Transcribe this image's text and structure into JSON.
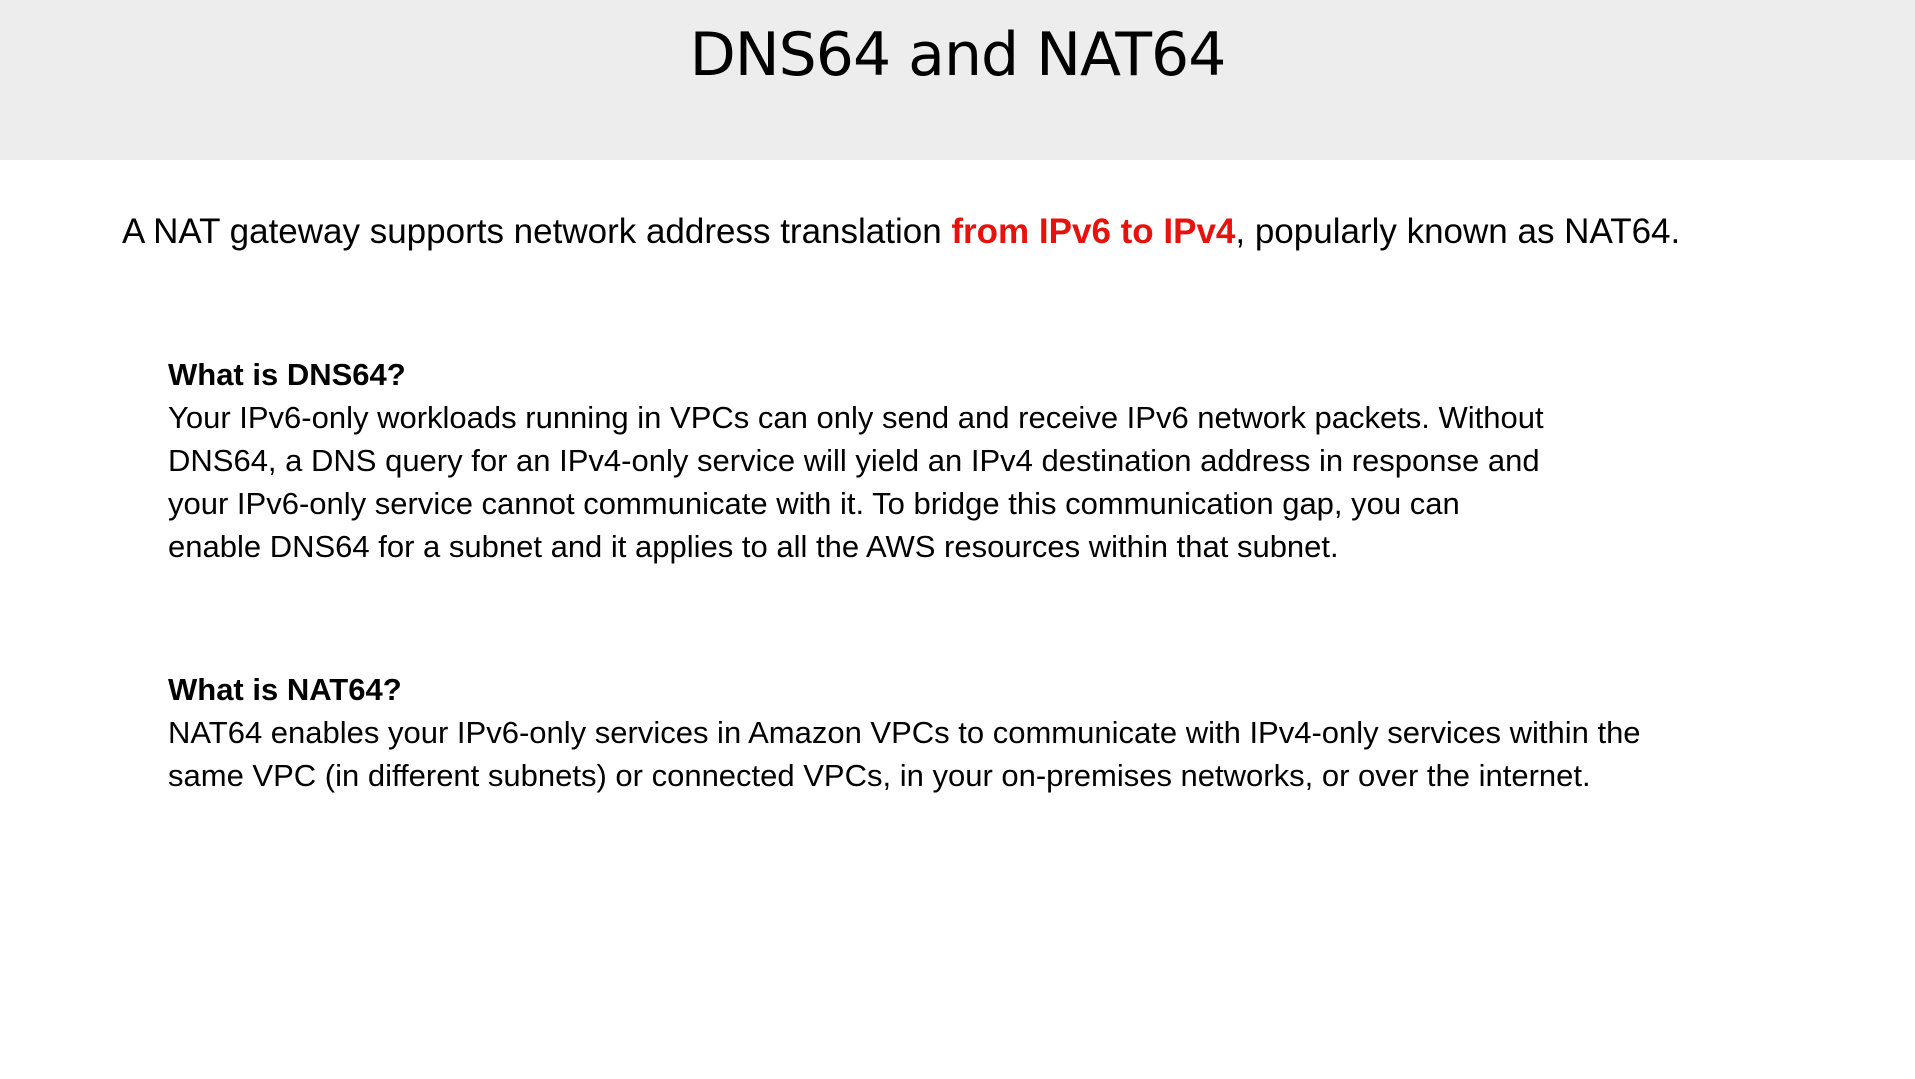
{
  "slide": {
    "title": "DNS64 and NAT64",
    "intro": {
      "before": "A NAT gateway supports network address translation ",
      "highlight": "from IPv6 to IPv4",
      "after": ", popularly known as NAT64."
    },
    "colors": {
      "title_band": "#ededed",
      "highlight": "#e8120c",
      "text": "#000000"
    },
    "sections": [
      {
        "heading": "What is DNS64?",
        "lines": [
          "Your IPv6-only workloads running in VPCs can only send and receive IPv6 network packets. Without",
          "DNS64, a DNS query for an IPv4-only service will yield an IPv4 destination address in response and",
          "your IPv6-only service cannot communicate with it. To bridge this communication gap, you can",
          "enable DNS64 for a subnet and it applies to all the AWS resources within that subnet."
        ]
      },
      {
        "heading": "What is NAT64?",
        "lines": [
          "NAT64 enables your IPv6-only services in Amazon VPCs to communicate with IPv4-only services within the",
          "same VPC (in different subnets) or connected VPCs, in your on-premises networks, or over the internet."
        ]
      }
    ]
  }
}
